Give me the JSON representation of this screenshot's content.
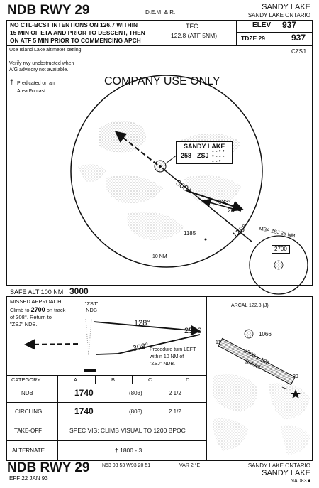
{
  "header": {
    "title": "NDB RWY 29",
    "publisher": "D.E.M. & R.",
    "city_top": "SANDY LAKE",
    "city_state": "SANDY LAKE  ONTARIO",
    "note_lines": [
      "NO CTL-BCST INTENTIONS ON 126.7 WITHIN",
      "15 MIN OF ETA AND PRIOR TO DESCENT, THEN",
      "ON ATF 5 MIN PRIOR TO COMMENCING APCH"
    ],
    "tfc_label": "TFC",
    "tfc_freq": "122.8 (ATF 5NM)",
    "elev_label": "ELEV",
    "elev_value": "937",
    "tdze_label": "TDZE 29",
    "tdze_value": "937"
  },
  "plan": {
    "altimeter_note": "Use Island Lake altimeter setting.",
    "ident": "CZSJ",
    "company_use": "COMPANY USE ONLY",
    "verify_note_1": "Verify rwy unobstructed when",
    "verify_note_2": "A/G advisory not available.",
    "predicated_1": "Predicated on an",
    "predicated_2": "Area Forcast",
    "dagger": "†",
    "ndb_name": "SANDY LAKE",
    "ndb_freq": "258",
    "ndb_ident": "ZSJ",
    "course_inbound": "308°",
    "course_outbound": "128°",
    "final_course": "083°",
    "final_course_2": "263°",
    "spot_elev": "1185",
    "range_label": "10 NM",
    "msa_label": "MSA  ZSJ  25 NM",
    "msa_value": "2700"
  },
  "safe_alt": {
    "label": "SAFE ALT 100 NM",
    "value": "3000"
  },
  "profile": {
    "missed_title": "MISSED  APPROACH",
    "missed_line1_a": "Climb  to ",
    "missed_line1_b": "2700",
    "missed_line1_c": " on track",
    "missed_line2": "of 308°.  Return to",
    "missed_line3": "\"ZSJ\" NDB.",
    "ndb_label_1": "\"ZSJ\"",
    "ndb_label_2": "NDB",
    "outbound": "128°",
    "inbound": "308°",
    "altitude": "2500",
    "pt_line1": "Procedure turn LEFT",
    "pt_line2": "within 10 NM  of",
    "pt_line3": "\"ZSJ\" NDB."
  },
  "aerodrome": {
    "arcal": "ARCAL 122.8 (J)",
    "obstacle_elev": "1066",
    "runway_dims": "3500 x 100",
    "surface": "gravel",
    "rwy_end_11": "11",
    "rwy_end_29": "29"
  },
  "minimums": {
    "headers": [
      "CATEGORY",
      "A",
      "B",
      "C",
      "D"
    ],
    "rows": [
      {
        "label": "NDB",
        "alt": "1740",
        "hat": "(803)",
        "vis": "2 1/2"
      },
      {
        "label": "CIRCLING",
        "alt": "1740",
        "hat": "(803)",
        "vis": "2 1/2"
      }
    ],
    "takeoff_label": "TAKE-OFF",
    "takeoff_text": "SPEC VIS: CLIMB VISUAL TO 1200 BPOC",
    "alternate_label": "ALTERNATE",
    "alternate_text": "† 1800 - 3"
  },
  "footer": {
    "title": "NDB RWY 29",
    "effective": "EFF  22 JAN 93",
    "coords": "N53 03 53 W93 20 51",
    "var": "VAR 2 °E",
    "city_state": "SANDY LAKE  ONTARIO",
    "city": "SANDY LAKE",
    "datum": "NAD83",
    "diamond": "♦"
  }
}
